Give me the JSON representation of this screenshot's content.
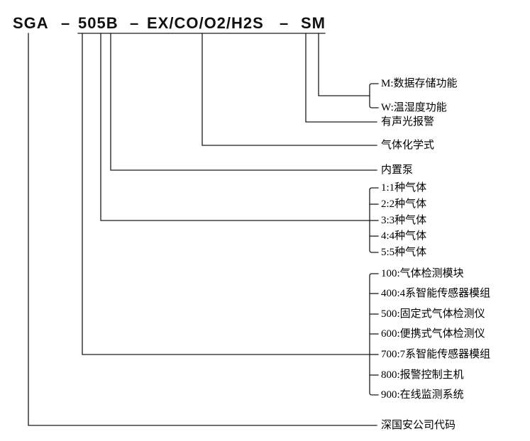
{
  "title": {
    "segments": [
      {
        "text": "SGA"
      },
      {
        "text": "–"
      },
      {
        "text": "505B"
      },
      {
        "text": "–"
      },
      {
        "text": "EX/CO/O2/H2S"
      },
      {
        "text": "–"
      },
      {
        "text": "SM"
      }
    ]
  },
  "colors": {
    "line": "#1a1a1a",
    "text": "#000000",
    "background": "#ffffff"
  },
  "branches": {
    "suffix_options": [
      "M:数据存储功能",
      "W:温湿度功能"
    ],
    "alarm_label": "有声光报警",
    "gas_formula_label": "气体化学式",
    "pump_label": "内置泵",
    "gas_count_options": [
      "1:1种气体",
      "2:2种气体",
      "3:3种气体",
      "4:4种气体",
      "5:5种气体"
    ],
    "series_options": [
      "100:气体检测模块",
      "400:4系智能传感器模组",
      "500:固定式气体检测仪",
      "600:便携式气体检测仪",
      "700:7系智能传感器模组",
      "800:报警控制主机",
      "900:在线监测系统"
    ],
    "company_label": "深国安公司代码"
  }
}
